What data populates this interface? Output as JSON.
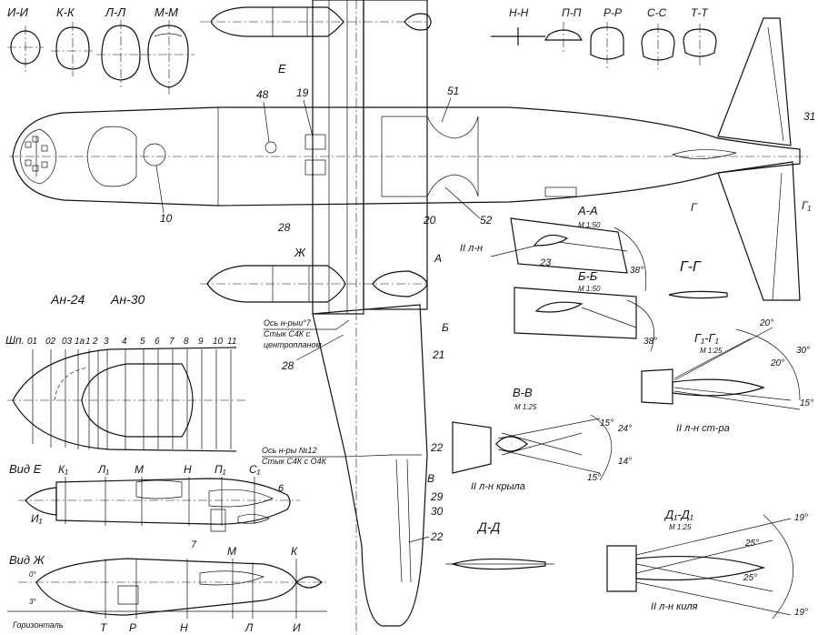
{
  "section_labels": {
    "ii": "И-И",
    "kk": "К-К",
    "ll": "Л-Л",
    "mm": "М-М",
    "nn": "Н-Н",
    "pp": "П-П",
    "rr": "Р-Р",
    "ss": "С-С",
    "tt": "Т-Т",
    "aa": "А-А",
    "bb": "Б-Б",
    "gg": "Г-Г",
    "g1g1": "Г₁-Г₁",
    "vv": "В-В",
    "dd": "Д-Д",
    "d1d1": "Д₁-Д₁"
  },
  "scales": {
    "aa": "М 1:50",
    "bb": "М 1:50",
    "g1g1": "М 1:25",
    "vv": "М 1:25",
    "d1d1": "М 1:25"
  },
  "view_labels": {
    "view_e": "Вид Е",
    "view_zh": "Вид Ж"
  },
  "cut_markers": {
    "e": "Е",
    "zh": "Ж",
    "a": "А",
    "b": "Б",
    "v": "В",
    "g": "Г",
    "g1": "Г₁",
    "k1": "К₁",
    "l1": "Л₁",
    "p1": "П₁",
    "c1": "С₁",
    "i1": "И₁",
    "m": "М",
    "n": "Н",
    "k": "К",
    "l": "Л",
    "t": "Т",
    "r": "Р",
    "i": "И"
  },
  "callouts": [
    "48",
    "19",
    "51",
    "10",
    "28",
    "20",
    "52",
    "31",
    "23",
    "21",
    "22",
    "29",
    "30",
    "6",
    "7"
  ],
  "variant_labels": {
    "an24": "Ан-24",
    "an30": "Ан-30"
  },
  "frame_scale": {
    "label": "Шп.",
    "ticks": [
      "01",
      "02",
      "03",
      "1а",
      "1",
      "2",
      "3",
      "4",
      "5",
      "6",
      "7",
      "8",
      "9",
      "10",
      "11"
    ]
  },
  "notes": {
    "rib7": [
      "Ось н-рыи°7",
      "Стык С4К с",
      "центропланом"
    ],
    "rib12": [
      "Ось н-ры №12",
      "Стык С4К с О4К"
    ],
    "horizon": "Горизонталь"
  },
  "angles": {
    "aa": "38°",
    "bb": "38°",
    "g1g1": [
      "20°",
      "20°",
      "30°",
      "15°"
    ],
    "vv": [
      "15°",
      "24°",
      "14°",
      "15°"
    ],
    "d1d1": [
      "19°",
      "25°",
      "25°",
      "19°"
    ]
  },
  "position_labels": {
    "aa": "II л-н",
    "g1g1": "II л-н ст-ра",
    "vv": "II л-н крыла",
    "d1d1": "II л-н киля",
    "view_zh": [
      "0°",
      "3°"
    ]
  },
  "colors": {
    "ink": "#111111",
    "paper": "#ffffff"
  }
}
